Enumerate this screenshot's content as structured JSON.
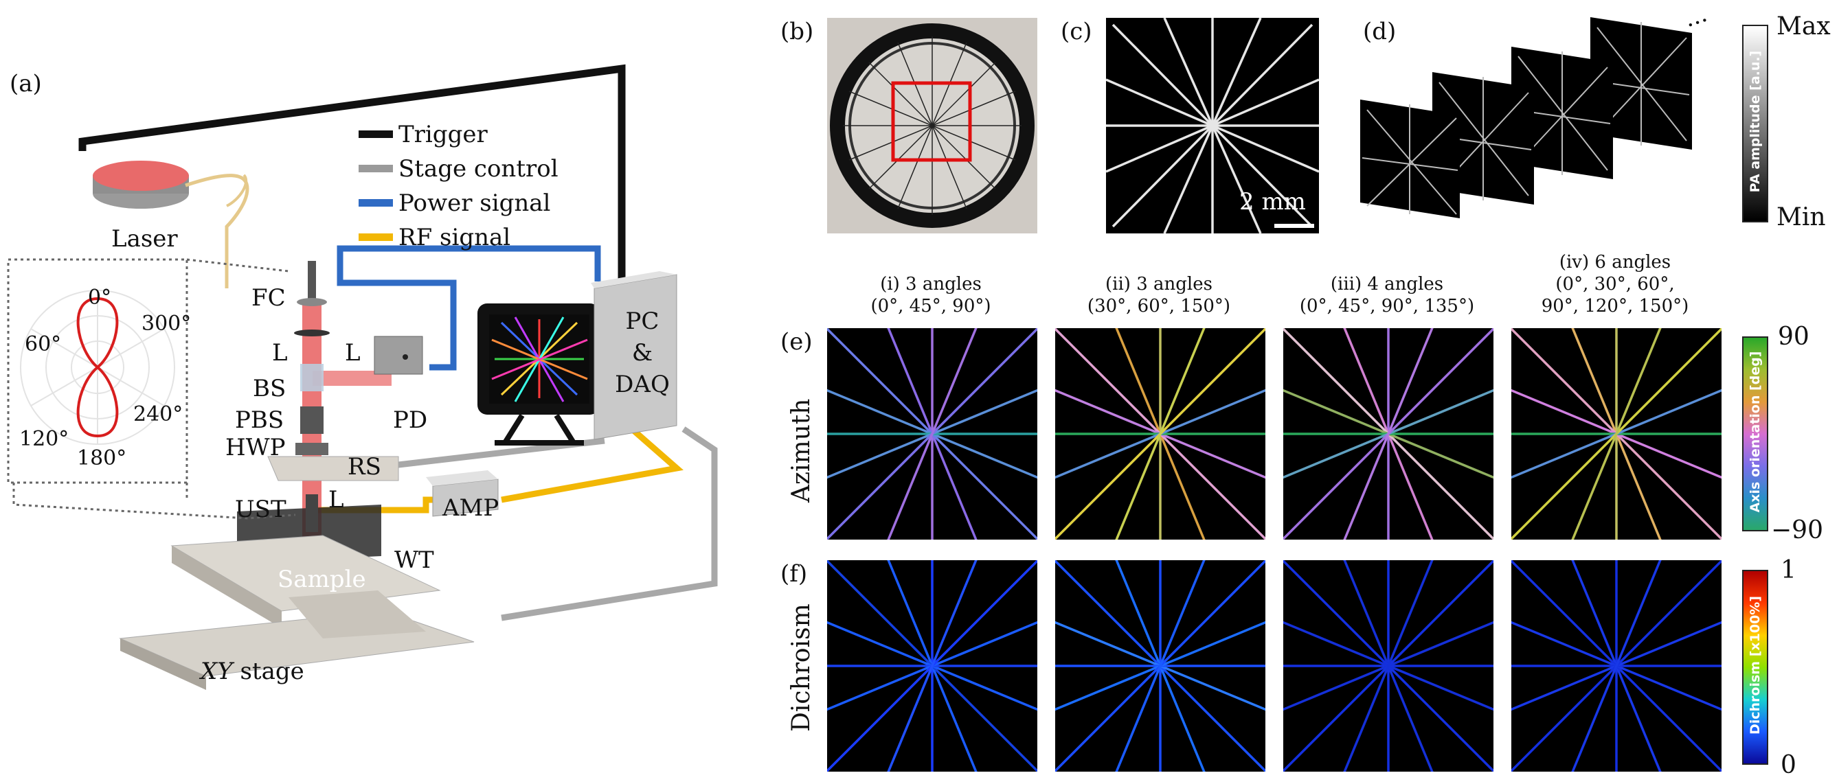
{
  "panel_labels": {
    "a": "(a)",
    "b": "(b)",
    "c": "(c)",
    "d": "(d)",
    "e": "(e)",
    "f": "(f)"
  },
  "legend": [
    {
      "label": "Trigger",
      "color": "#111111"
    },
    {
      "label": "Stage control",
      "color": "#9a9a9a"
    },
    {
      "label": "Power signal",
      "color": "#2f6bc4"
    },
    {
      "label": "RF signal",
      "color": "#f2b705"
    }
  ],
  "components": {
    "laser": "Laser",
    "fc": "FC",
    "l1": "L",
    "l2": "L",
    "l3": "L",
    "bs": "BS",
    "pbs": "PBS",
    "hwp": "HWP",
    "pd": "PD",
    "rs": "RS",
    "ust": "UST",
    "amp": "AMP",
    "wt": "WT",
    "sample": "Sample",
    "pc": "PC",
    "amp_sym": "&",
    "daq": "DAQ",
    "stage_italic": "XY",
    "stage": " stage"
  },
  "polar_ticks": {
    "t0": "0°",
    "t60": "60°",
    "t300": "300°",
    "t120": "120°",
    "t240": "240°",
    "t180": "180°"
  },
  "scale_bar": "2 mm",
  "ellipsis": "...",
  "pa_colorbar": {
    "max": "Max",
    "min": "Min",
    "title": "PA amplitude [a.u.]"
  },
  "columns": [
    {
      "line1": "(i) 3 angles",
      "line2": "(0°, 45°, 90°)",
      "line3": ""
    },
    {
      "line1": "(ii) 3 angles",
      "line2": "(30°, 60°, 150°)",
      "line3": ""
    },
    {
      "line1": "(iii) 4 angles",
      "line2": "(0°, 45°, 90°, 135°)",
      "line3": ""
    },
    {
      "line1": "(iv) 6 angles",
      "line2": "(0°, 30°, 60°,",
      "line3": "90°, 120°, 150°)"
    }
  ],
  "row_labels": {
    "azimuth": "Azimuth",
    "dichroism": "Dichroism"
  },
  "azimuth_colorbar": {
    "max": "90",
    "min": "−90",
    "title": "Axis orientation [deg]"
  },
  "dichroism_colorbar": {
    "max": "1",
    "min": "0",
    "title": "Dichroism [x100%]"
  },
  "colors": {
    "beam": "#e44a4a",
    "laser_top": "#e86a6a",
    "frame": "#1a1a1a",
    "box": "#c9c9c9"
  }
}
